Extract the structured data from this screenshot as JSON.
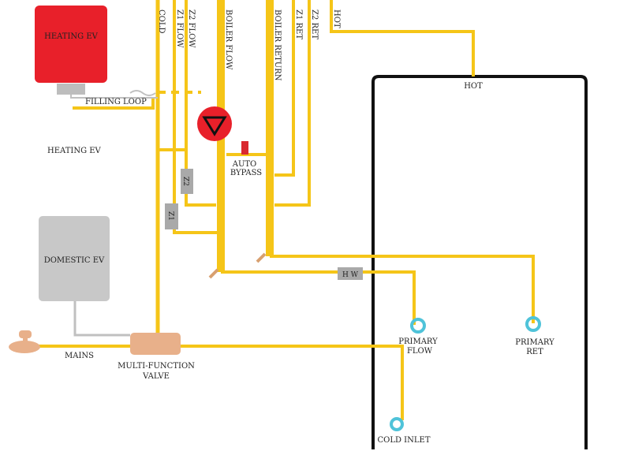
{
  "colors": {
    "pipe": "#f5c518",
    "cylinder_outline": "#111111",
    "heating_ev": "#e8202a",
    "domestic_ev": "#c8c8c8",
    "pump": "#e8202a",
    "zone_valve": "#a9a9a9",
    "mfv": "#e8b08a",
    "coil_end": "#4fc3d9",
    "bypass": "#d9282f",
    "cold_pipe": "#c0c0c0"
  },
  "icons": {
    "pump": "pump-triangle-icon",
    "mains": "mains-tap-icon",
    "auto_bypass": "bypass-valve-icon",
    "coil_end": "coil-connection-icon"
  },
  "labels": {
    "heating_ev_box": "HEATING EV",
    "heating_ev": "HEATING EV",
    "filling_loop": "FILLING LOOP",
    "domestic_ev": "DOMESTIC EV",
    "mains": "MAINS",
    "mfv_line1": "MULTI-FUNCTION",
    "mfv_line2": "VALVE",
    "cold": "COLD",
    "z1_flow": "Z1 FLOW",
    "z2_flow": "Z2 FLOW",
    "boiler_flow": "BOILER FLOW",
    "boiler_return": "BOILER RETURN",
    "z1_ret": "Z1 RET",
    "z2_ret": "Z2 RET",
    "hot_top": "HOT",
    "hot_cylinder": "HOT",
    "auto_bypass_line1": "AUTO",
    "auto_bypass_line2": "BYPASS",
    "z2_valve": "Z2",
    "z1_valve": "Z1",
    "hw_valve": "H W",
    "primary_flow_line1": "PRIMARY",
    "primary_flow_line2": "FLOW",
    "primary_ret_line1": "PRIMARY",
    "primary_ret_line2": "RET",
    "cold_inlet": "COLD INLET"
  }
}
